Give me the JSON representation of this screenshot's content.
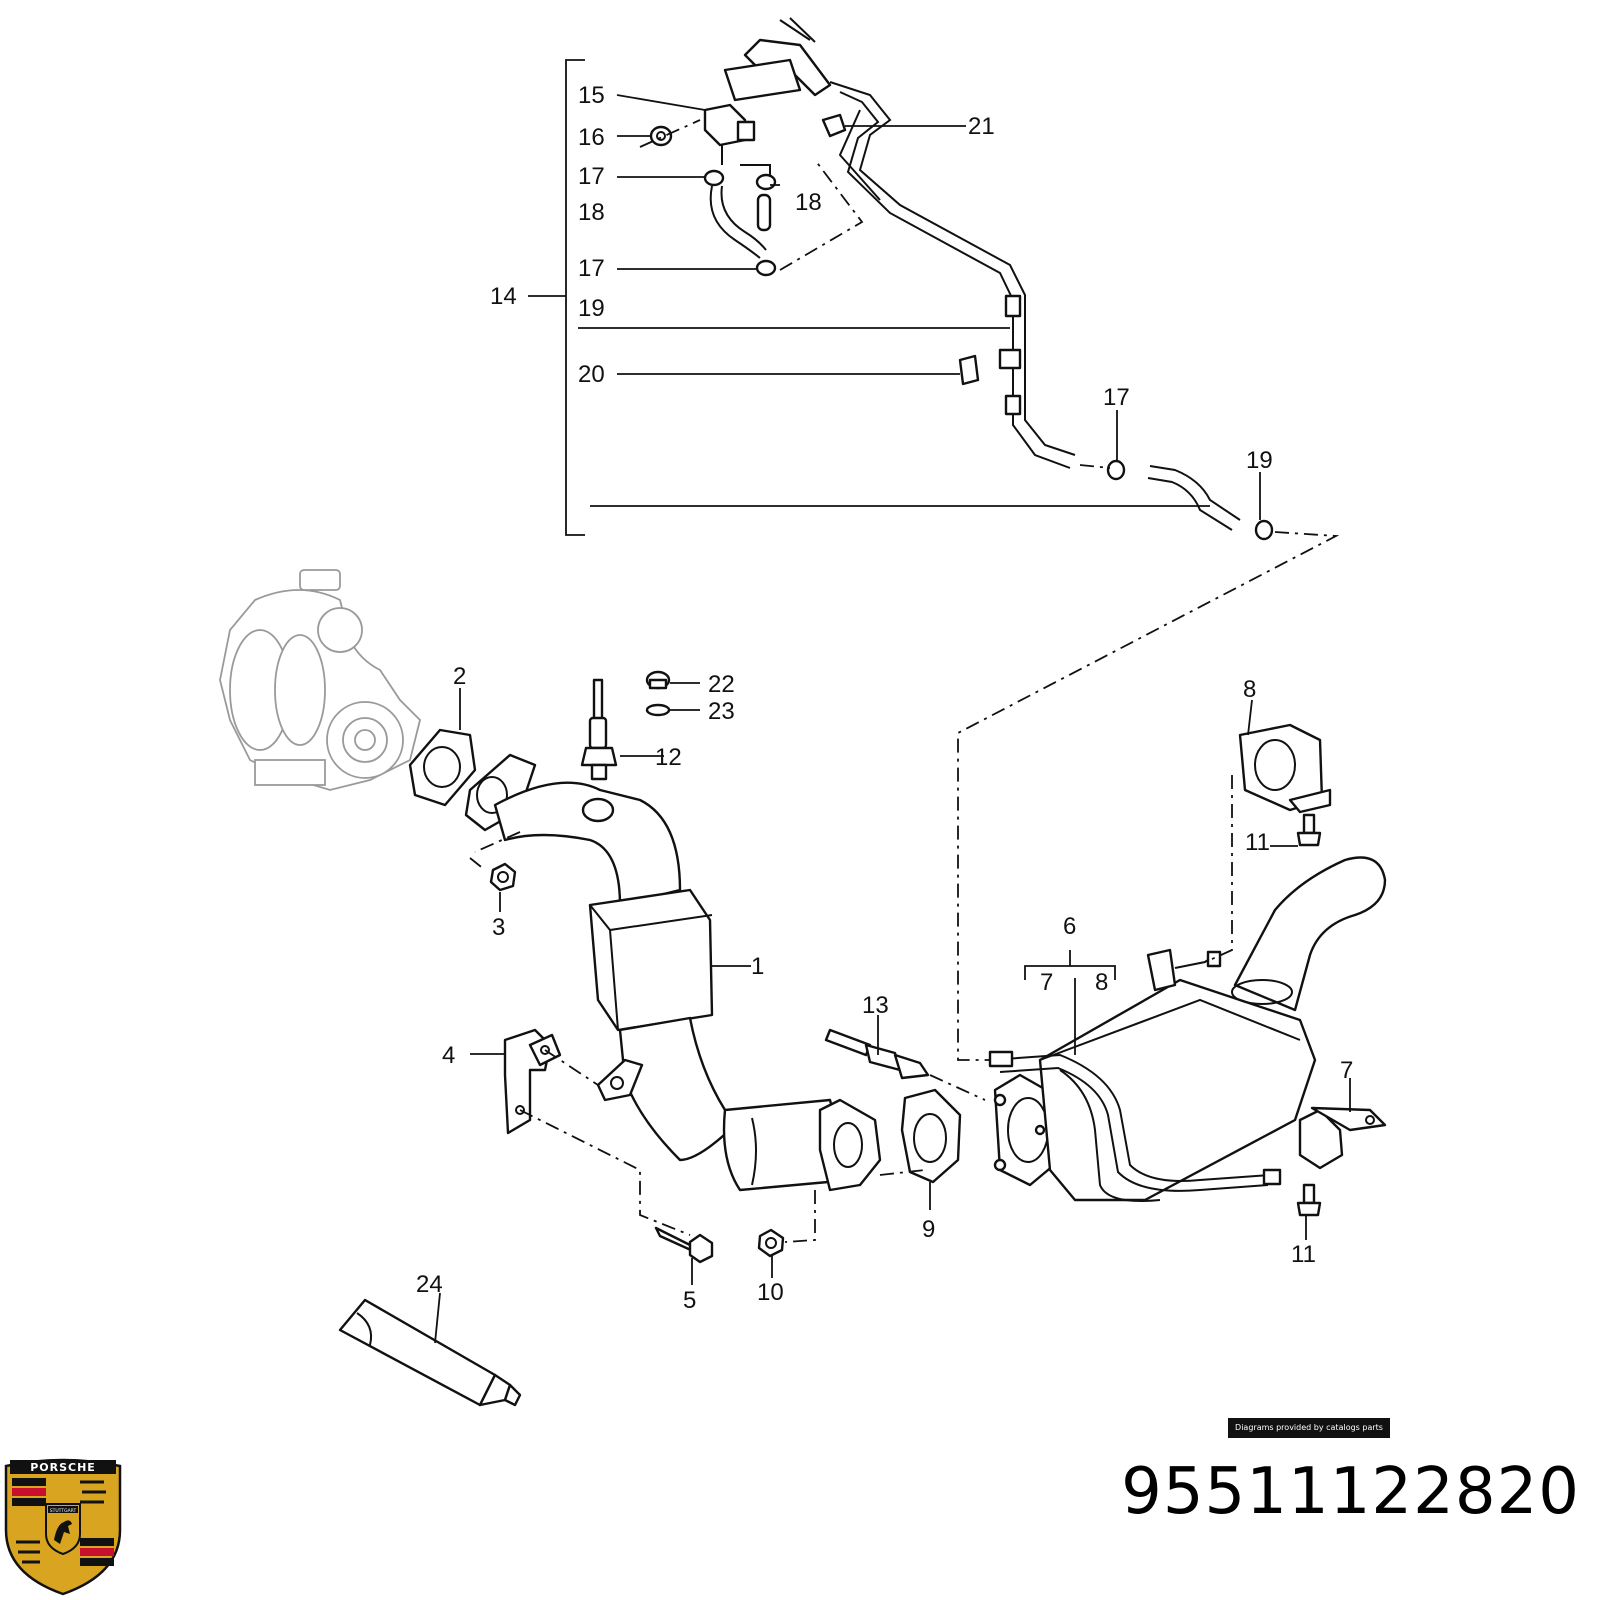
{
  "part_number": "95511122820",
  "credit": "Diagrams provided by catalogs parts",
  "brand": {
    "name": "PORSCHE",
    "city": "STUTTGART",
    "colors": {
      "gold": "#d9a520",
      "red": "#c8102e",
      "black": "#111111"
    }
  },
  "callouts": {
    "c1": "1",
    "c2": "2",
    "c3": "3",
    "c4": "4",
    "c5": "5",
    "c6": "6",
    "c7a": "7",
    "c7b": "7",
    "c8a": "8",
    "c8b": "8",
    "c9": "9",
    "c10": "10",
    "c11a": "11",
    "c11b": "11",
    "c12": "12",
    "c13": "13",
    "c14": "14",
    "c15": "15",
    "c16": "16",
    "c17a": "17",
    "c17b": "17",
    "c17c": "17",
    "c18a": "18",
    "c18b": "18",
    "c19a": "19",
    "c19b": "19",
    "c20": "20",
    "c21": "21",
    "c22": "22",
    "c23": "23",
    "c24": "24"
  }
}
